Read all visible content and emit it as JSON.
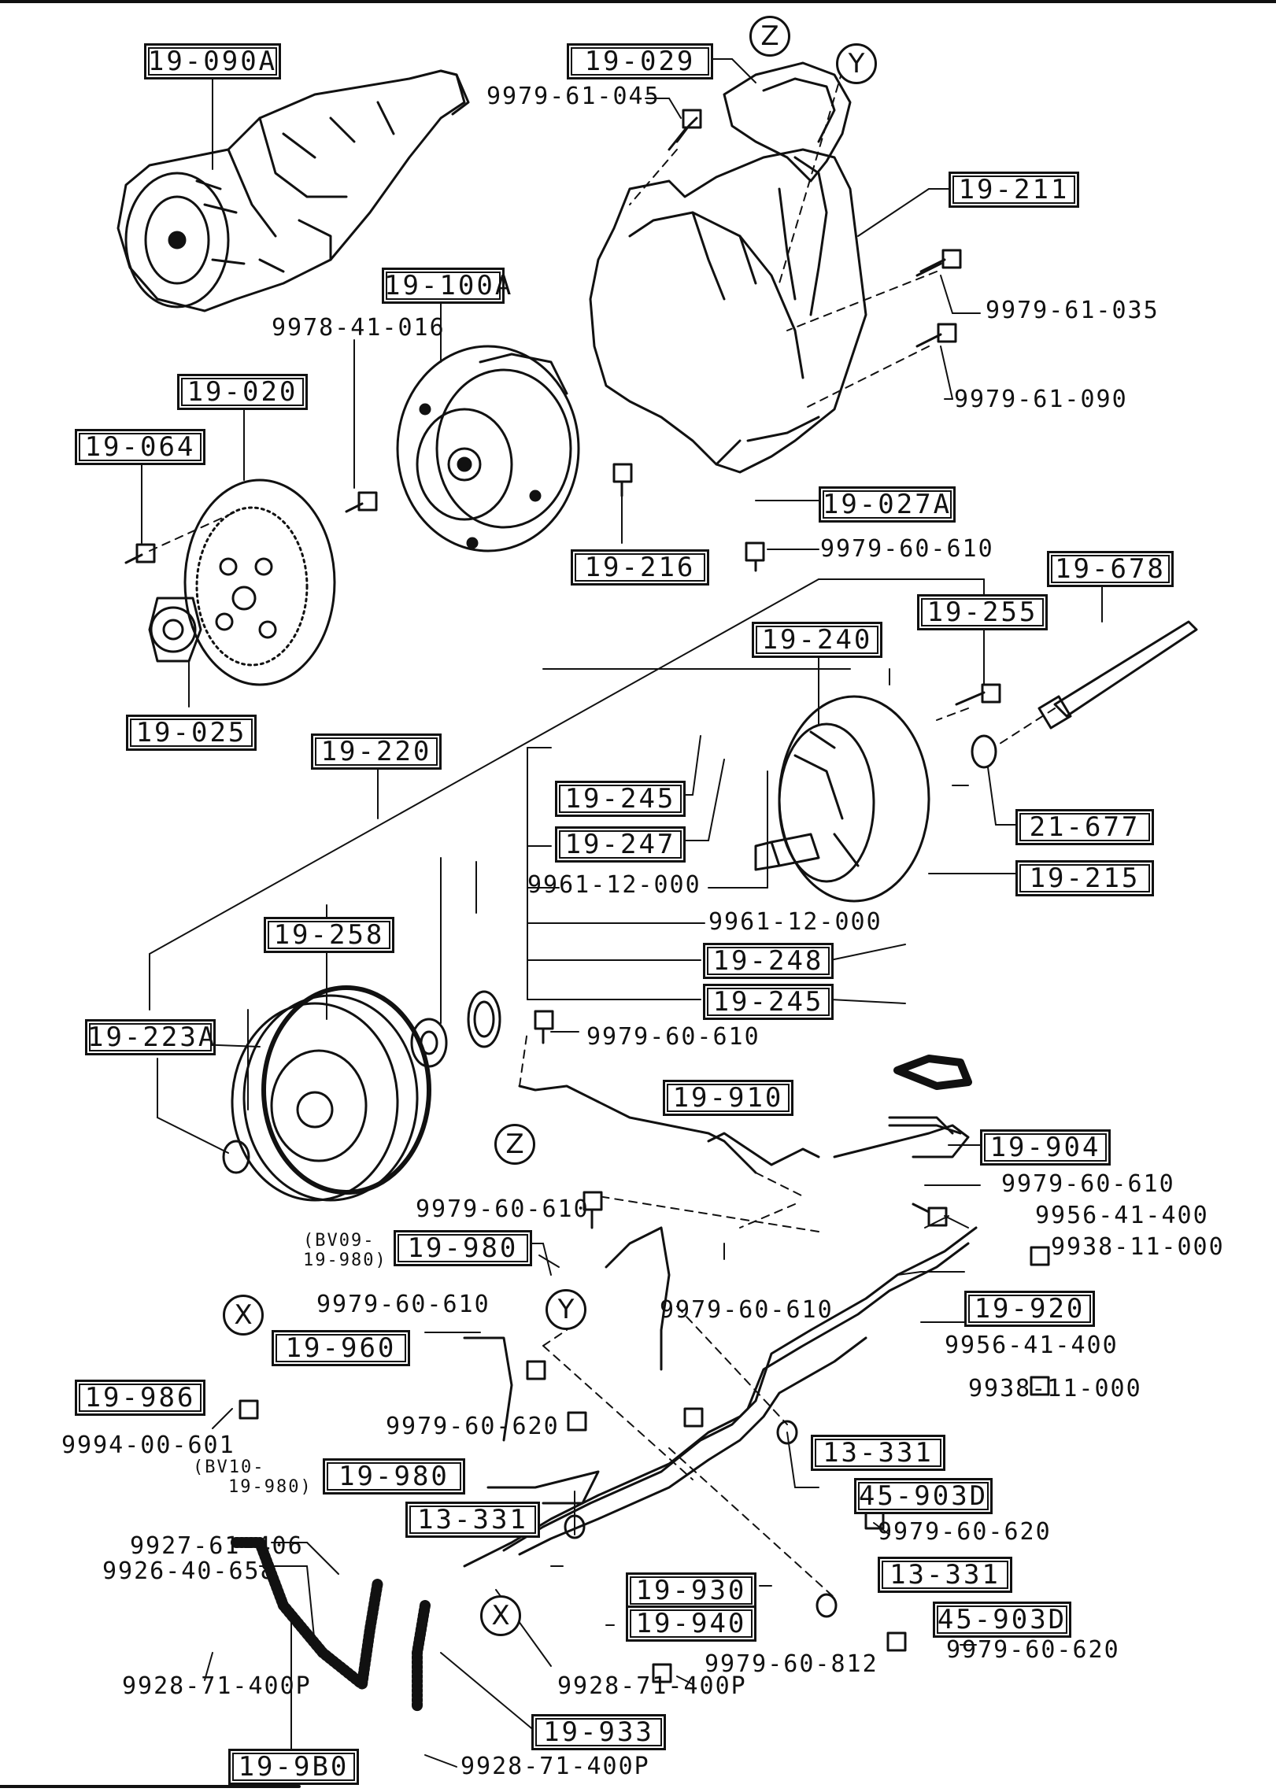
{
  "parts_boxed": {
    "p_19_090a": "19-090A",
    "p_19_029": "19-029",
    "p_19_211": "19-211",
    "p_19_100a": "19-100A",
    "p_19_020": "19-020",
    "p_19_064": "19-064",
    "p_19_027a": "19-027A",
    "p_19_216": "19-216",
    "p_19_678": "19-678",
    "p_19_255": "19-255",
    "p_19_240": "19-240",
    "p_19_025": "19-025",
    "p_19_220": "19-220",
    "p_19_245a": "19-245",
    "p_19_247": "19-247",
    "p_21_677": "21-677",
    "p_19_215": "19-215",
    "p_19_248": "19-248",
    "p_19_245b": "19-245",
    "p_19_258": "19-258",
    "p_19_223a": "19-223A",
    "p_19_910": "19-910",
    "p_19_904": "19-904",
    "p_19_980a": "19-980",
    "p_19_920": "19-920",
    "p_19_960": "19-960",
    "p_19_986": "19-986",
    "p_13_331a": "13-331",
    "p_19_980b": "19-980",
    "p_45_903d_a": "45-903D",
    "p_13_331b": "13-331",
    "p_13_331c": "13-331",
    "p_19_930": "19-930",
    "p_19_940": "19-940",
    "p_45_903d_b": "45-903D",
    "p_19_933": "19-933",
    "p_19_9b0": "19-9B0"
  },
  "parts_plain": {
    "n_9979_61_045": "9979-61-045",
    "n_9979_61_035": "9979-61-035",
    "n_9978_41_016": "9978-41-016",
    "n_9979_61_090": "9979-61-090",
    "n_9979_60_610_a": "9979-60-610",
    "n_9961_12_000_a": "9961-12-000",
    "n_9961_12_000_b": "9961-12-000",
    "n_9979_60_610_b": "9979-60-610",
    "n_9979_60_610_c": "9979-60-610",
    "n_9979_60_610_d": "9979-60-610",
    "n_9956_41_400_a": "9956-41-400",
    "n_9938_11_000_a": "9938-11-000",
    "n_9979_60_610_e": "9979-60-610",
    "n_9979_60_610_f": "9979-60-610",
    "n_9956_41_400_b": "9956-41-400",
    "n_9938_11_000_b": "9938-11-000",
    "n_9979_60_620_a": "9979-60-620",
    "n_9994_00_601": "9994-00-601",
    "n_9979_60_620_b": "9979-60-620",
    "n_9927_61_406": "9927-61-406",
    "n_9926_40_658": "9926-40-658",
    "n_9979_60_620_c": "9979-60-620",
    "n_9979_60_812": "9979-60-812",
    "n_9928_71_400p_a": "9928-71-400P",
    "n_9928_71_400p_b": "9928-71-400P",
    "n_9928_71_400p_c": "9928-71-400P"
  },
  "notes": {
    "bv09_line1": "(BV09-",
    "bv09_line2": "19-980)",
    "bv10_line1": "(BV10-",
    "bv10_line2": "19-980)"
  },
  "callouts": {
    "z_top": "Z",
    "y_top": "Y",
    "z_mid": "Z",
    "y_mid": "Y",
    "x_left": "X",
    "x_bottom": "X"
  }
}
